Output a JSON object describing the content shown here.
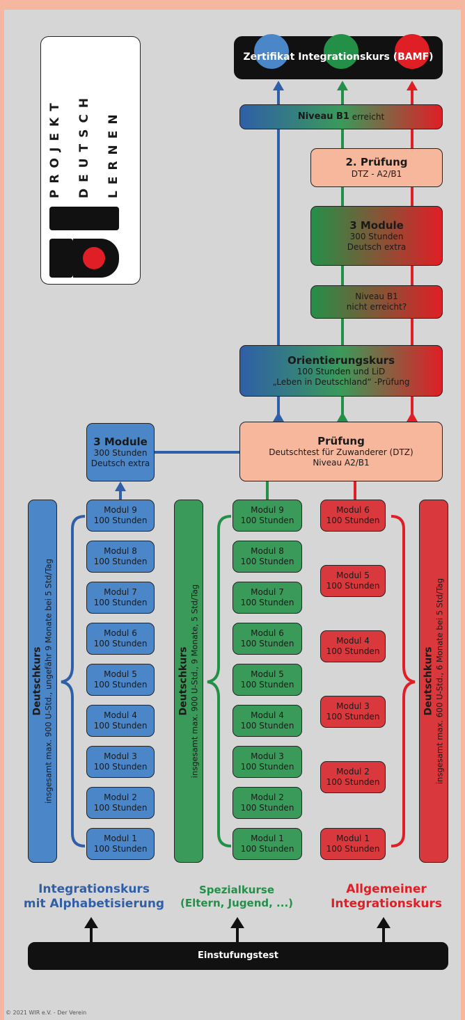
{
  "logo": {
    "line1": "PROJEKT",
    "line2": "DEUTSCH",
    "line3": "LERNEN"
  },
  "top": {
    "certificate": "Zertifikat Integrationskurs (BAMF)"
  },
  "b1": {
    "bold": "Niveau B1",
    "rest": "erreicht"
  },
  "exam2": {
    "title": "2. Prüfung",
    "sub": "DTZ - A2/B1"
  },
  "modules3_right": {
    "title": "3 Module",
    "line1": "300 Stunden",
    "line2": "Deutsch extra"
  },
  "not_reached": {
    "line1": "Niveau B1",
    "line2": "nicht erreicht?"
  },
  "orientation": {
    "title": "Orientierungskurs",
    "line1": "100 Stunden und LiD",
    "line2": "„Leben in Deutschland“ -Prüfung"
  },
  "modules3_left": {
    "title": "3 Module",
    "line1": "300 Stunden",
    "line2": "Deutsch extra"
  },
  "exam1": {
    "title": "Prüfung",
    "line1": "Deutschtest für Zuwanderer (DTZ)",
    "line2": "Niveau A2/B1"
  },
  "hours_label": "100 Stunden",
  "blue_modules": [
    "Modul 9",
    "Modul 8",
    "Modul 7",
    "Modul 6",
    "Modul 5",
    "Modul 4",
    "Modul 3",
    "Modul 2",
    "Modul 1"
  ],
  "green_modules": [
    "Modul 9",
    "Modul 8",
    "Modul 7",
    "Modul 6",
    "Modul 5",
    "Modul 4",
    "Modul 3",
    "Modul 2",
    "Modul 1"
  ],
  "red_modules": [
    "Modul 6",
    "Modul 5",
    "Modul 4",
    "Modul 3",
    "Modul 2",
    "Modul 1"
  ],
  "side_blue": {
    "title": "Deutschkurs",
    "sub": "insgesamt max. 900 U-Std., ungefähr 9 Monate bei 5 Std/Tag"
  },
  "side_green": {
    "title": "Deutschkurs",
    "sub": "insgesamt max. 900 U-Std., 9 Monate, 5 Std/Tag"
  },
  "side_red": {
    "title": "Deutschkurs",
    "sub": "insgesamt max. 600 U-Std., 6 Monate bei 5 Std/Tag"
  },
  "course_blue": {
    "line1": "Integrationskurs",
    "line2": "mit Alphabetisierung"
  },
  "course_green": {
    "line1": "Spezialkurse",
    "line2": "(Eltern, Jugend, ...)"
  },
  "course_red": {
    "line1": "Allgemeiner",
    "line2": "Integrationskurs"
  },
  "placement": "Einstufungstest",
  "copyright": "© 2021 WIR e.V. - Der Verein",
  "colors": {
    "blue": "#2f5fa8",
    "green": "#239048",
    "red": "#e01e26",
    "peach": "#f6b79d",
    "black": "#111111"
  }
}
